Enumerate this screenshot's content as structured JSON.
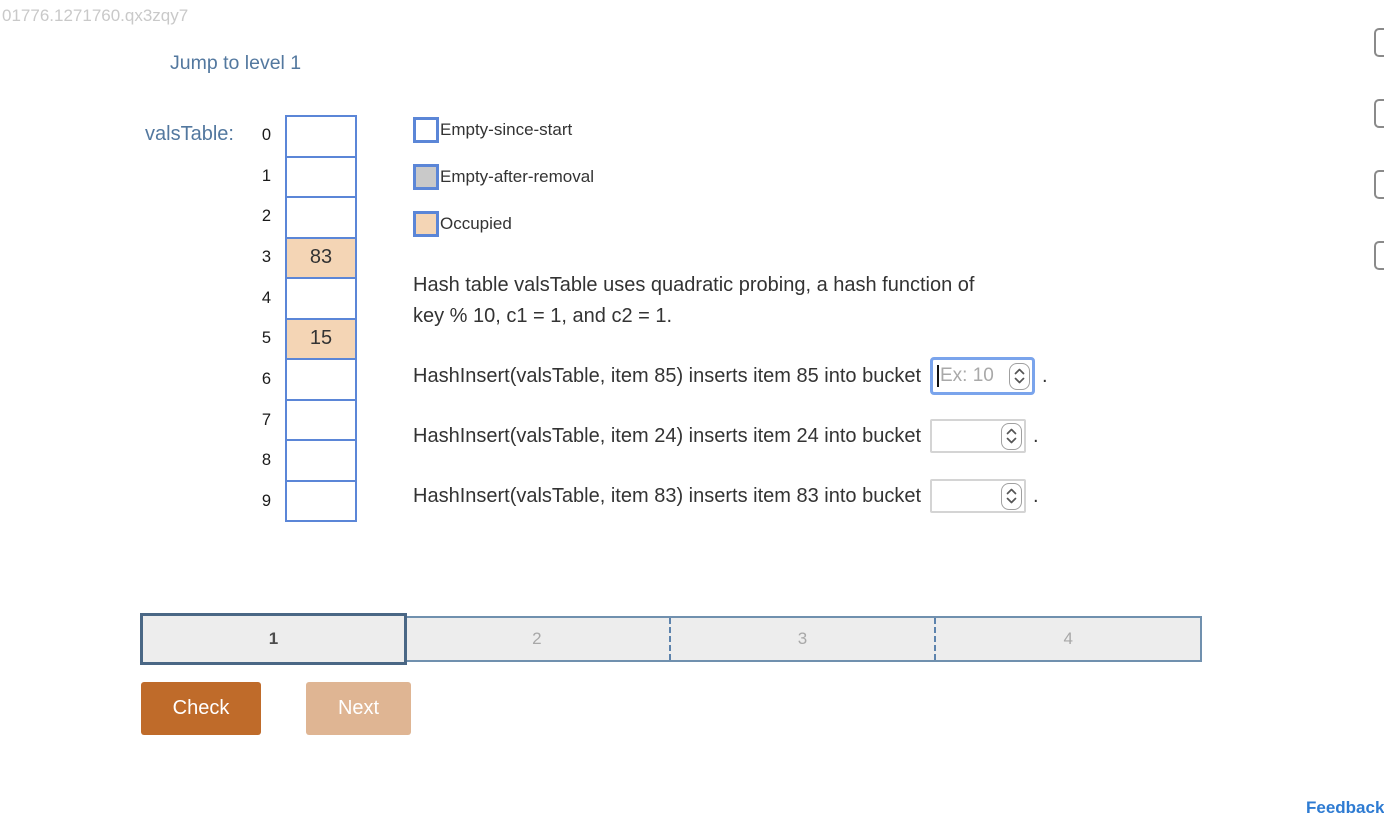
{
  "meta": {
    "document_id": "01776.1271760.qx3zqy7"
  },
  "header": {
    "jump_link_label": "Jump to level 1"
  },
  "hash_table": {
    "label": "valsTable:",
    "buckets": [
      {
        "index": "0",
        "value": "",
        "state": "empty-since-start"
      },
      {
        "index": "1",
        "value": "",
        "state": "empty-since-start"
      },
      {
        "index": "2",
        "value": "",
        "state": "empty-since-start"
      },
      {
        "index": "3",
        "value": "83",
        "state": "occupied"
      },
      {
        "index": "4",
        "value": "",
        "state": "empty-since-start"
      },
      {
        "index": "5",
        "value": "15",
        "state": "occupied"
      },
      {
        "index": "6",
        "value": "",
        "state": "empty-since-start"
      },
      {
        "index": "7",
        "value": "",
        "state": "empty-since-start"
      },
      {
        "index": "8",
        "value": "",
        "state": "empty-since-start"
      },
      {
        "index": "9",
        "value": "",
        "state": "empty-since-start"
      }
    ]
  },
  "legend": {
    "items": [
      {
        "label": "Empty-since-start",
        "color": "#ffffff"
      },
      {
        "label": "Empty-after-removal",
        "color": "#c9c9c9"
      },
      {
        "label": "Occupied",
        "color": "#f4d5b5"
      }
    ]
  },
  "problem": {
    "description_lines": [
      "Hash table valsTable uses quadratic probing, a hash function of",
      "key % 10, c1 = 1, and c2 = 1."
    ],
    "questions": [
      {
        "prompt": "HashInsert(valsTable, item 85) inserts item 85 into bucket",
        "input": {
          "value": "",
          "placeholder": "Ex: 10",
          "focused": true
        },
        "suffix": "."
      },
      {
        "prompt": "HashInsert(valsTable, item 24) inserts item 24 into bucket",
        "input": {
          "value": "",
          "placeholder": "",
          "focused": false
        },
        "suffix": "."
      },
      {
        "prompt": "HashInsert(valsTable, item 83) inserts item 83 into bucket",
        "input": {
          "value": "",
          "placeholder": "",
          "focused": false
        },
        "suffix": "."
      }
    ]
  },
  "progress": {
    "levels": [
      "1",
      "2",
      "3",
      "4"
    ],
    "active_level": "1"
  },
  "actions": {
    "check_label": "Check",
    "next_label": "Next"
  },
  "footer": {
    "feedback_label": "Feedback"
  },
  "right_rail": {
    "button_count": 4
  },
  "colors": {
    "table_border_blue": "#5b86d7",
    "focused_input_blue": "#7aa4ec",
    "occupied_fill": "#f4d5b5",
    "removed_fill": "#c9c9c9",
    "check_button_orange": "#bf6b2a",
    "next_button_disabled": "#dfb593",
    "progress_active_border": "#4a6785",
    "feedback_link_blue": "#2e7bd2",
    "heading_slate_blue": "#53789f"
  }
}
